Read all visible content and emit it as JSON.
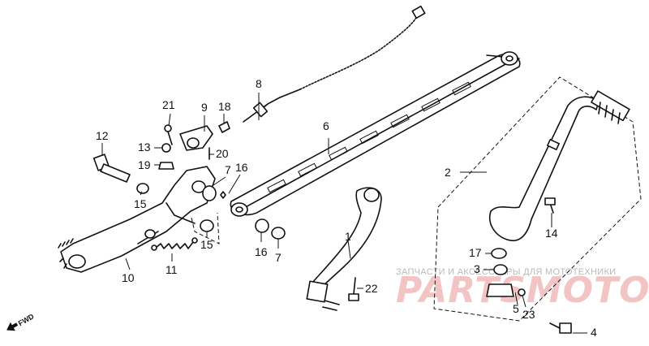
{
  "watermark": {
    "caption": "ЗАПЧАСТИ И АКСЕССУАРЫ ДЛЯ МОТОТЕХНИКИ",
    "brand": "PARTSMOTOR.RU"
  },
  "direction_marker": {
    "label": "FWD"
  },
  "callouts": {
    "c1": "1",
    "c2": "2",
    "c3": "3",
    "c4": "4",
    "c5": "5",
    "c6": "6",
    "c7a": "7",
    "c7b": "7",
    "c8": "8",
    "c9": "9",
    "c10": "10",
    "c11": "11",
    "c12": "12",
    "c13": "13",
    "c14": "14",
    "c15a": "15",
    "c15b": "15",
    "c16a": "16",
    "c16b": "16",
    "c17": "17",
    "c18": "18",
    "c19": "19",
    "c20": "20",
    "c21": "21",
    "c22": "22",
    "c23": "23"
  }
}
